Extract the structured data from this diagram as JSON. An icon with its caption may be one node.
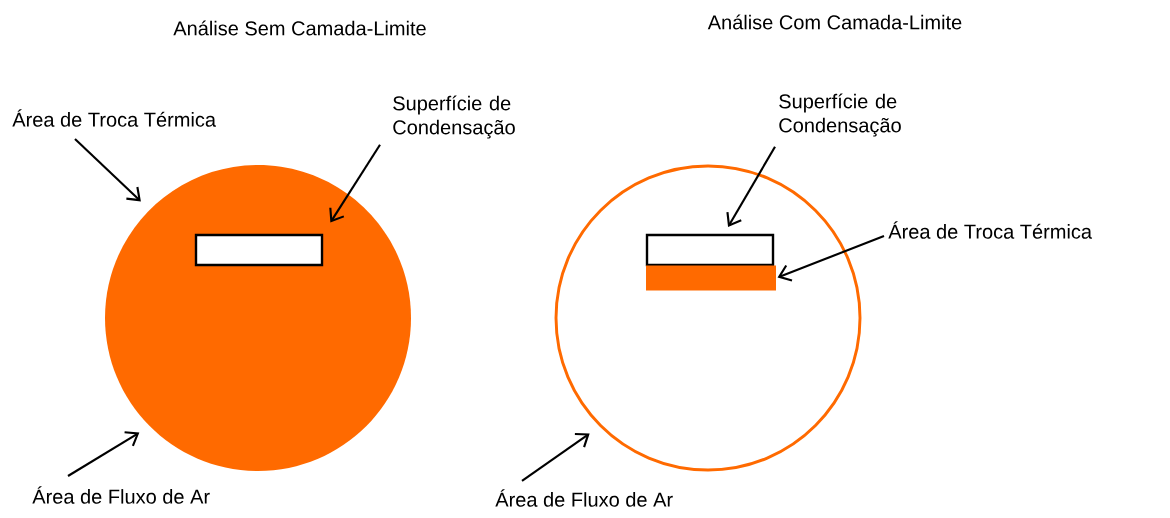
{
  "diagram": {
    "nodes": [
      {
        "text": [
          "Área de Troca Térmica"
        ]
      },
      {
        "text": [
          "Superfície de Condensação"
        ]
      },
      {
        "text": [],
        "shape": "circle"
      },
      {
        "text": [],
        "shape": "box",
        "in": 2
      },
      {
        "text": [
          "Área de Fluxo de Ar"
        ]
      },
      {
        "text": [],
        "shape": "circle"
      },
      {
        "text": [],
        "shape": "box",
        "in": 5
      },
      {
        "text": [],
        "shape": "bar",
        "in": 5
      },
      {
        "text": [
          "Superfície de Condensação"
        ]
      },
      {
        "text": [
          "Área de Troca Térmica"
        ]
      },
      {
        "text": [
          "Área de Fluxo de Ar"
        ]
      }
    ],
    "edges": [
      {
        "from": 0,
        "to": 2,
        "arrow": "to"
      },
      {
        "from": 1,
        "to": 3,
        "arrow": "to"
      },
      {
        "from": 4,
        "to": 2,
        "arrow": "to"
      },
      {
        "from": 8,
        "to": 6,
        "arrow": "to"
      },
      {
        "from": 9,
        "to": 7,
        "arrow": "to"
      },
      {
        "from": 10,
        "to": 5,
        "arrow": "to"
      }
    ],
    "labels": [
      "Análise Sem Camada-Limite",
      "Análise Com Camada-Limite"
    ]
  }
}
